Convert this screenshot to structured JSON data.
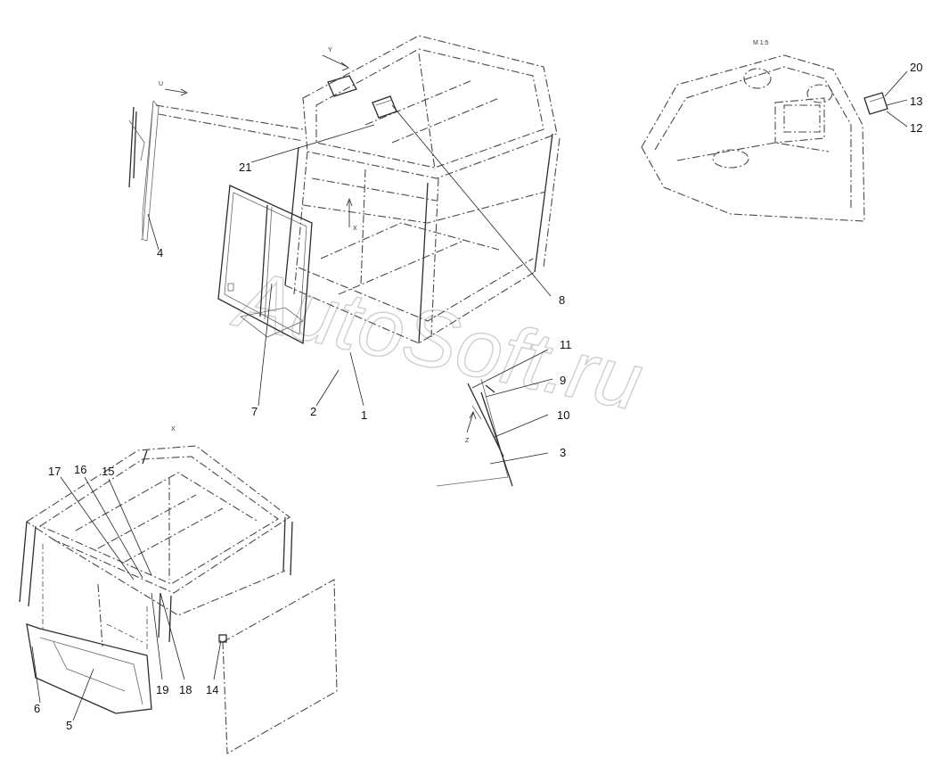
{
  "labels": {
    "n1": "1",
    "n2": "2",
    "n3": "3",
    "n4": "4",
    "n5": "5",
    "n6": "6",
    "n7": "7",
    "n8": "8",
    "n9": "9",
    "n10": "10",
    "n11": "11",
    "n12": "12",
    "n13": "13",
    "n14": "14",
    "n15": "15",
    "n16": "16",
    "n17": "17",
    "n18": "18",
    "n19": "19",
    "n20": "20",
    "n21": "21"
  },
  "view_markers": {
    "view_y": "Y",
    "view_u": "U",
    "view_x_top": "X",
    "view_x_bottom": "X",
    "view_z": "Z",
    "scale_note": "M 1:5"
  },
  "watermark": "AutoSoft.ru"
}
